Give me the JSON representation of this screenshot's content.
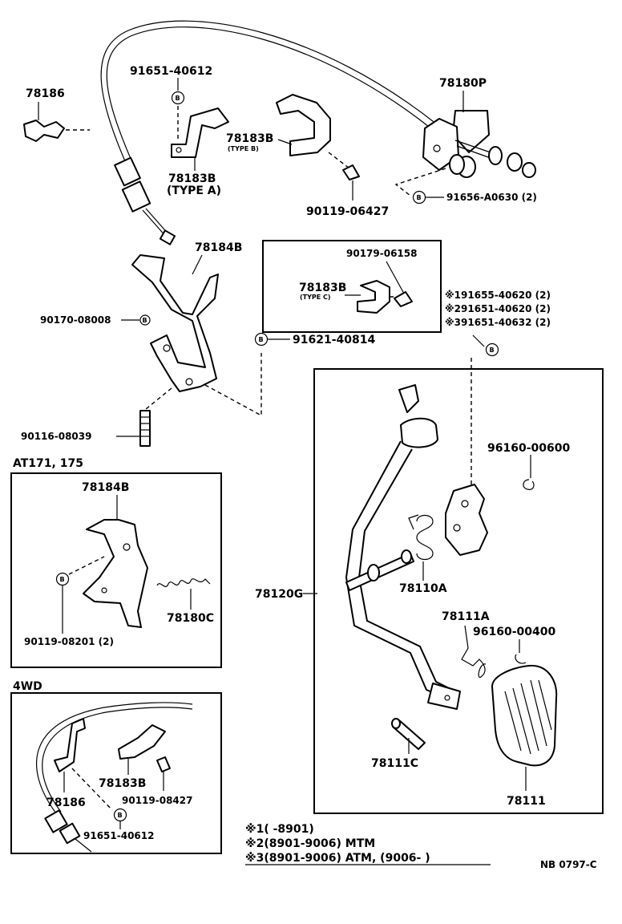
{
  "parts": {
    "p78186_top": "78186",
    "p91651_40612_top": "91651-40612",
    "p78180P": "78180P",
    "p78183B_a": "78183B",
    "type_b": "(TYPE B)",
    "p78183B_typeA": "78183B",
    "type_a": "(TYPE  A)",
    "p90119_06427_top": "90119-06427",
    "p91656_A0630": "91656-A0630 (2)",
    "p78184B_top": "78184B",
    "p90179_06158": "90179-06158",
    "p78183B_typeC": "78183B",
    "type_c": "(TYPE C)",
    "p90170_08008": "90170-08008",
    "p91621_40814": "91621-40814",
    "p91655_40620": "※191655-40620 (2)",
    "p91651_40620": "※291651-40620 (2)",
    "p91651_40632": "※391651-40632 (2)",
    "p90116_08039": "90116-08039",
    "p96160_00600": "96160-00600",
    "p78120G": "78120G",
    "p78110A": "78110A",
    "p78111A": "78111A",
    "p96160_00400": "96160-00400",
    "p78111C": "78111C",
    "p78111": "78111",
    "p78184B_at": "78184B",
    "p90119_08201": "90119-08201 (2)",
    "p78180C": "78180C",
    "p78183B_4wd": "78183B",
    "p78186_4wd": "78186",
    "p90119_06427_4wd": "90119-08427",
    "p91651_40612_4wd": "91651-40612"
  },
  "bolt_marker": "B",
  "sections": {
    "at_title": "AT171, 175",
    "wd_title": "4WD"
  },
  "notes": {
    "n1": "※1(         -8901)",
    "n2": "※2(8901-9006) MTM",
    "n3": "※3(8901-9006) ATM, (9006-         )"
  },
  "ref_code": "NB 0797-C"
}
